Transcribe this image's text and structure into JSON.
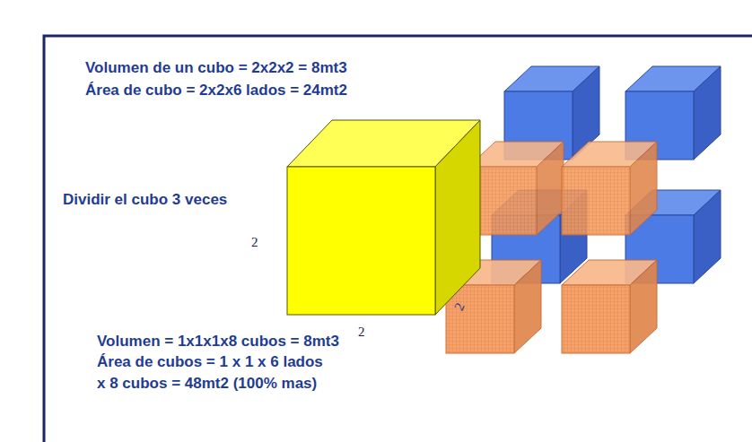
{
  "diagram": {
    "labels": [
      "Volumen de un cubo = 2x2x2 = 8mt3",
      "Área de cubo = 2x2x6 lados = 24mt2",
      "Dividir el cubo 3 veces",
      "2",
      "2",
      "2",
      "Volumen = 1x1x1x8 cubos = 8mt3",
      "Área de cubos = 1 x 1 x 6 lados",
      "x 8 cubos = 48mt2 (100% mas)"
    ]
  }
}
